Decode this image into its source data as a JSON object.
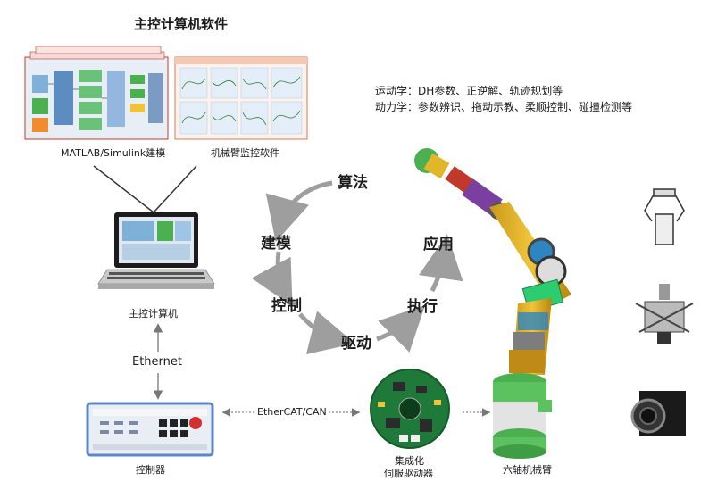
{
  "title": "主控计算机软件",
  "software": {
    "matlab_label": "MATLAB/Simulink建模",
    "monitor_label": "机械臂监控软件"
  },
  "kinematics_note": "运动学：DH参数、正逆解、轨迹规划等",
  "dynamics_note": "动力学：参数辨识、拖动示教、柔顺控制、碰撞检测等",
  "cycle": {
    "algorithm": "算法",
    "modeling": "建模",
    "control": "控制",
    "drive": "驱动",
    "execute": "执行",
    "application": "应用"
  },
  "host_label": "主控计算机",
  "ethernet_label": "Ethernet",
  "controller_label": "控制器",
  "bus_label": "EtherCAT/CAN",
  "servo_label_line1": "集成化",
  "servo_label_line2": "伺服驱动器",
  "robot_label": "六轴机械臂",
  "colors": {
    "arm_yellow": "#e0b72a",
    "arm_green": "#4caf50",
    "pcb_green": "#1f7a3a",
    "cycle_arrow": "#9e9e9e"
  }
}
